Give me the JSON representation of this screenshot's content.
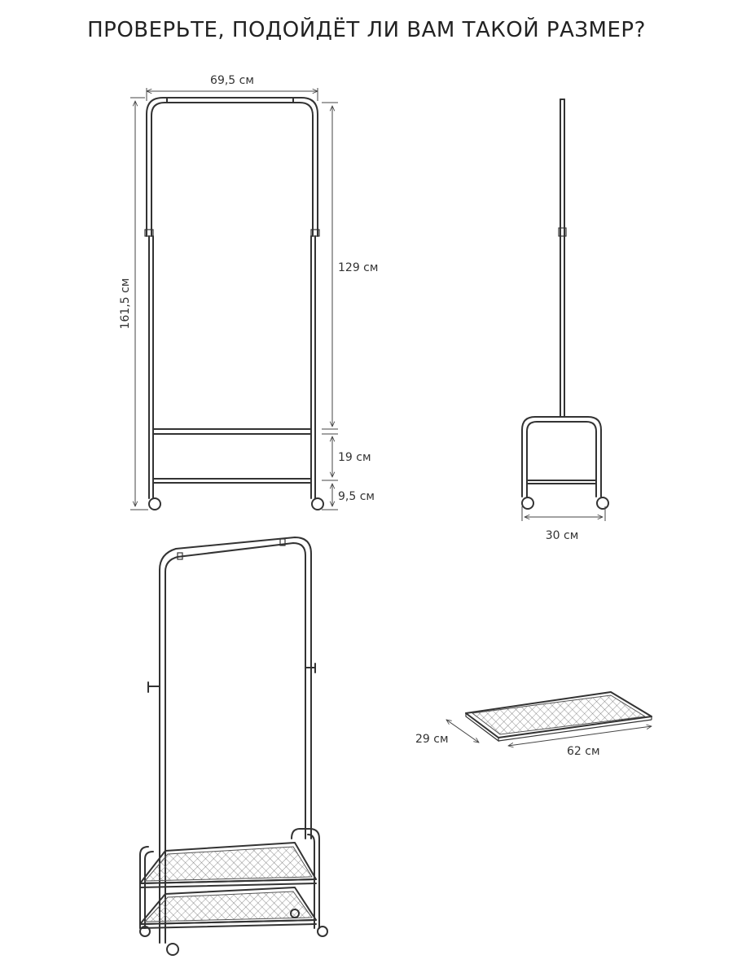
{
  "title": "ПРОВЕРЬТЕ, ПОДОЙДЁТ ЛИ ВАМ ТАКОЙ РАЗМЕР?",
  "dimensions": {
    "width": "69,5 см",
    "total_height": "161,5 см",
    "bar_height": "129 см",
    "lower_section": "19 см",
    "wheel_clearance": "9,5 см",
    "depth": "30 см",
    "shelf_depth": "29 см",
    "shelf_length": "62 см"
  }
}
